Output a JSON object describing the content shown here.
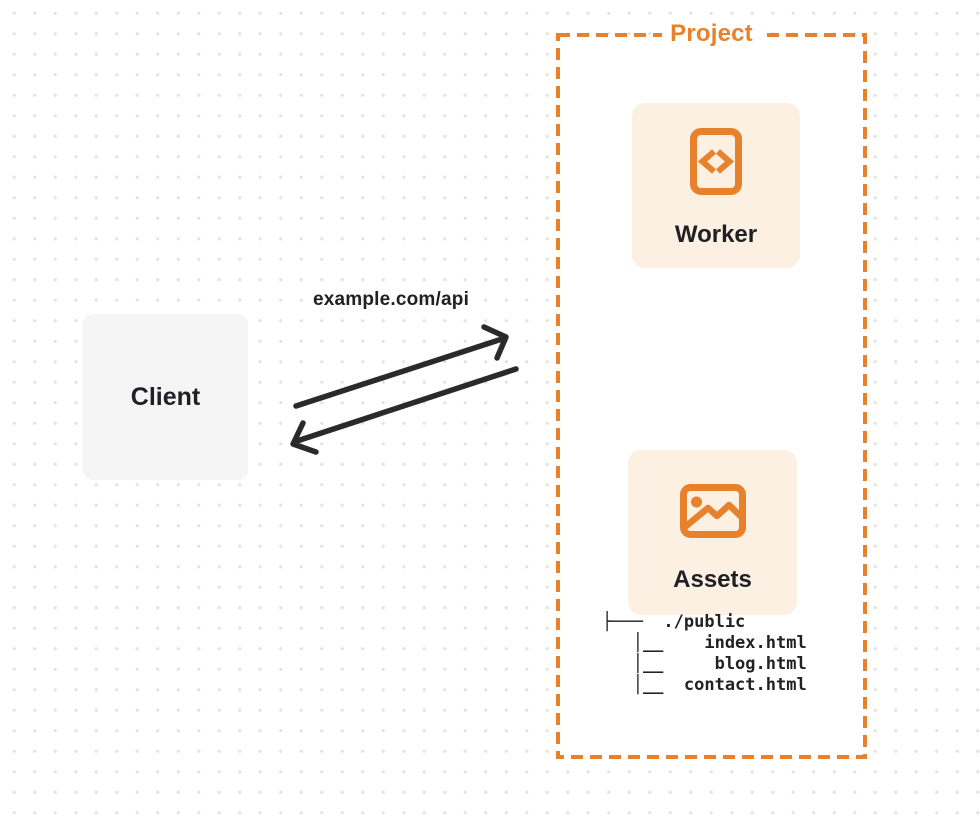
{
  "colors": {
    "accent": "#E8812C",
    "card_fill": "#FBF0E1",
    "client_fill": "#F5F5F6",
    "arrow": "#2A2A2A",
    "text_dark": "#1F2023",
    "dot": "#E3E3E3",
    "canvas": "#FFFFFF"
  },
  "client": {
    "label": "Client"
  },
  "request": {
    "url_label": "example.com/api"
  },
  "project": {
    "title": "Project",
    "worker": {
      "label": "Worker",
      "icon": "code-chevrons-document-icon"
    },
    "assets": {
      "label": "Assets",
      "icon": "picture-image-icon"
    },
    "file_tree": [
      "├───  ./public",
      "   │__    index.html",
      "   │__     blog.html",
      "   │__  contact.html"
    ]
  }
}
